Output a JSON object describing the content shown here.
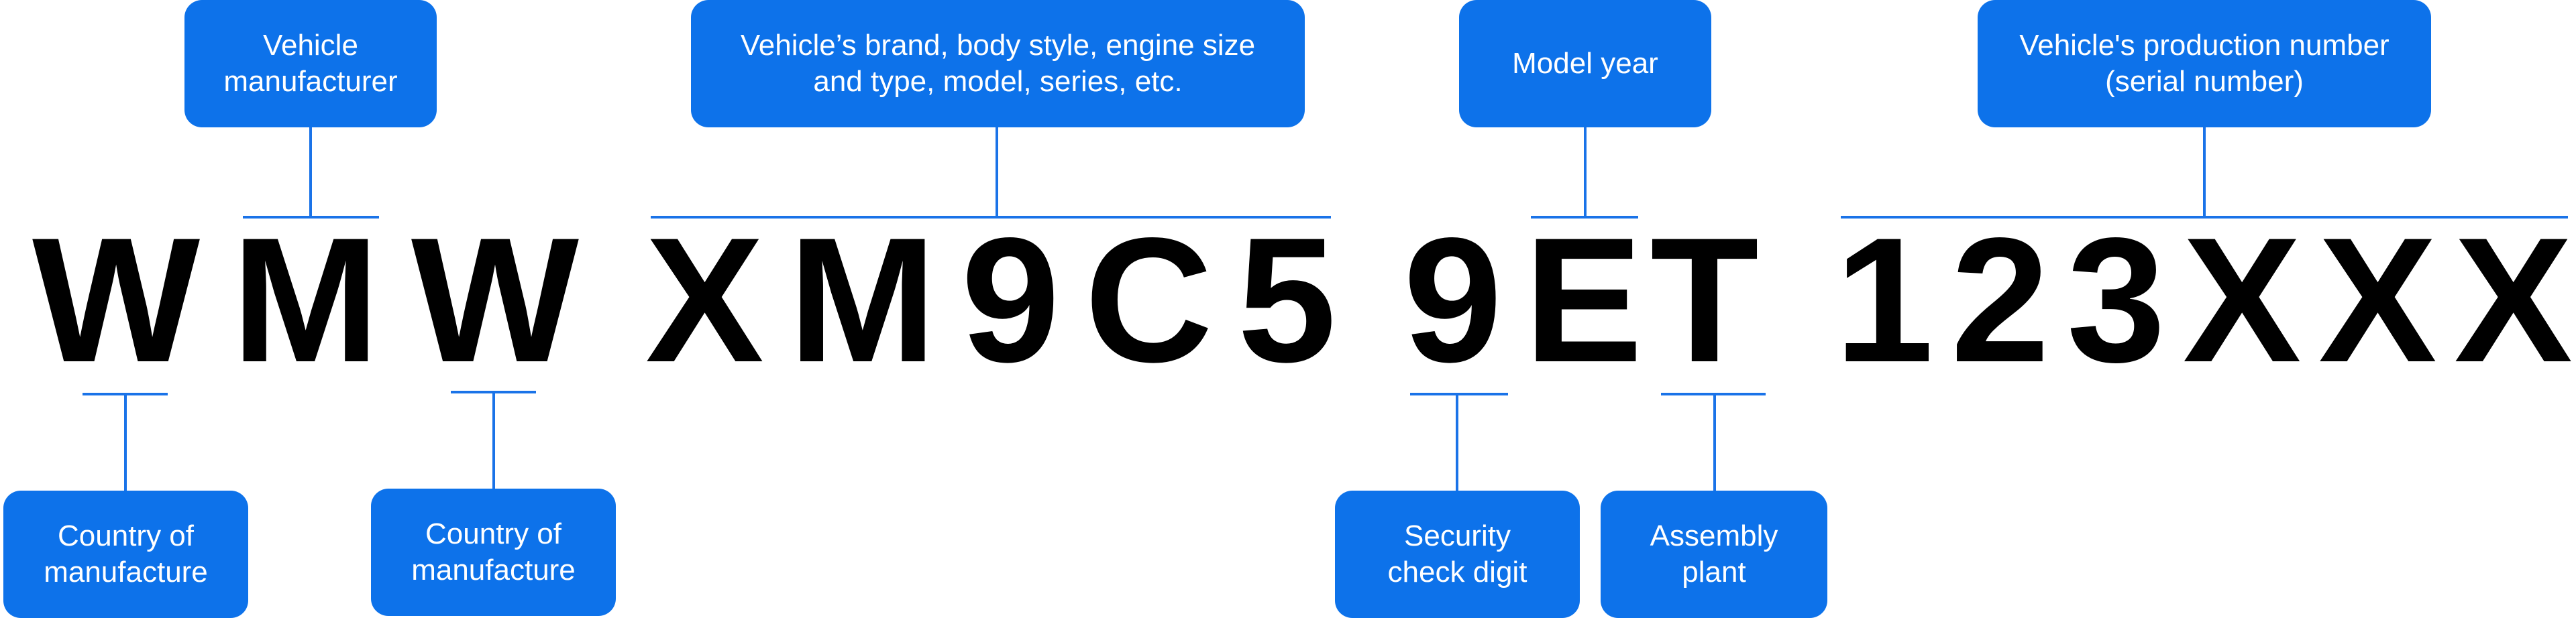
{
  "labels": {
    "vehicle_manufacturer": "Vehicle\nmanufacturer",
    "vehicle_descriptor": "Vehicle’s brand, body style, engine size\nand type, model, series, etc.",
    "model_year": "Model year",
    "production_number": "Vehicle's production number\n(serial number)",
    "country_of_manufacture_1": "Country of\nmanufacture",
    "country_of_manufacture_2": "Country of\nmanufacture",
    "security_check_digit": "Security\ncheck digit",
    "assembly_plant": "Assembly\nplant"
  },
  "vin": {
    "wmi": [
      "W",
      "M",
      "W"
    ],
    "vds": [
      "X",
      "M",
      "9",
      "C",
      "5"
    ],
    "check_digit": "9",
    "model_year_char": "E",
    "plant_char": "T",
    "serial": [
      "1",
      "2",
      "3",
      "X",
      "X",
      "X"
    ]
  },
  "colors": {
    "box_fill": "#0d72ea",
    "box_text": "#ffffff",
    "line": "#1a73e8",
    "vin_text": "#000000"
  }
}
